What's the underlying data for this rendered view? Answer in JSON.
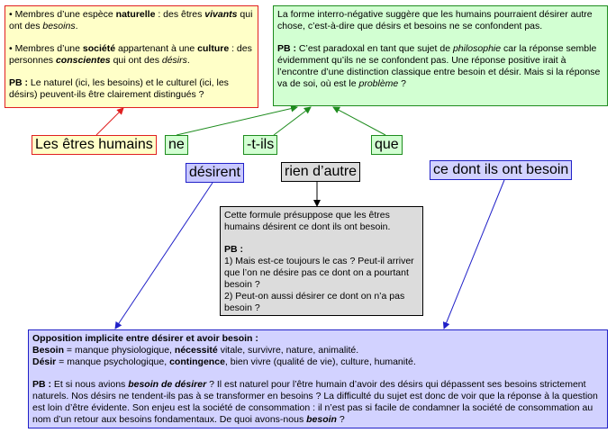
{
  "words": {
    "etres_humains": "Les êtres humains",
    "ne": "ne",
    "t_ils": "-t-ils",
    "que": "que",
    "desirent": "désirent",
    "rien_dautre": "rien d’autre",
    "ce_dont": "ce dont ils ont besoin"
  },
  "yellow_box": {
    "p1": {
      "a": "• Membres d’une espèce ",
      "b": "naturelle",
      "c": " : des êtres ",
      "d": "vivants",
      "e": " qui ont des ",
      "f": "besoins",
      "g": "."
    },
    "p2": {
      "a": "• Membres d’une ",
      "b": "société",
      "c": " appartenant à une ",
      "d": "culture",
      "e": " : des personnes ",
      "f": "conscientes",
      "g": " qui ont des ",
      "h": "désirs",
      "i": "."
    },
    "p3": {
      "a": "PB :",
      "b": " Le naturel (ici, les besoins) et le culturel (ici, les désirs) peuvent-ils être clairement distingués ?"
    }
  },
  "green_box": {
    "p1": "La forme interro-négative suggère que les humains pourraient  désirer autre chose, c’est-à-dire que désirs et besoins ne se confondent pas.",
    "p2": {
      "a": "PB :",
      "b": " C’est paradoxal en tant que sujet de ",
      "c": "philosophie",
      "d": " car la réponse semble évidemment qu’ils ne se confondent pas. Une réponse positive irait  à l’encontre d’une distinction classique entre besoin et désir. Mais si la réponse va de soi, où est le ",
      "e": "problème",
      "f": " ?"
    }
  },
  "gray_box": {
    "p1": "Cette formule présuppose que les êtres humains désirent ce dont ils ont besoin.",
    "pb": "PB :",
    "q1": "1) Mais est-ce toujours le cas ? Peut-il arriver que l’on ne désire pas ce dont on a pourtant besoin ?",
    "q2": "2) Peut-on aussi désirer ce dont on n’a pas besoin ?"
  },
  "blue_box": {
    "title": "Opposition implicite entre désirer et avoir besoin :",
    "l1": {
      "a": "Besoin",
      "b": " = manque physiologique, ",
      "c": "nécessité",
      "d": " vitale, survivre, nature, animalité."
    },
    "l2": {
      "a": "Désir",
      "b": " = manque psychologique, ",
      "c": "contingence",
      "d": ", bien vivre (qualité de vie), culture, humanité."
    },
    "p": {
      "a": "PB :",
      "b": " Et si nous avions ",
      "c": "besoin de désirer",
      "d": " ? Il est naturel pour l’être humain d’avoir des désirs qui dépassent ses besoins strictement naturels. Nos désirs ne tendent-ils pas à se transformer en besoins ? La difficulté du sujet est donc de voir que la réponse à la question est loin d’être évidente. Son enjeu est la société de consommation : il n’est pas si facile de condamner la société de consommation au nom d’un retour aux besoins fondamentaux. De quoi avons-nous ",
      "e": "besoin",
      "f": " ?"
    }
  },
  "colors": {
    "red": "#e02020",
    "green": "#1e8c1e",
    "blue": "#2020c8",
    "black": "#000000",
    "yellow_fill": "#ffffc8",
    "green_fill": "#d2ffd2",
    "gray_fill": "#dcdcdc",
    "blue_fill": "#d2d2ff"
  }
}
